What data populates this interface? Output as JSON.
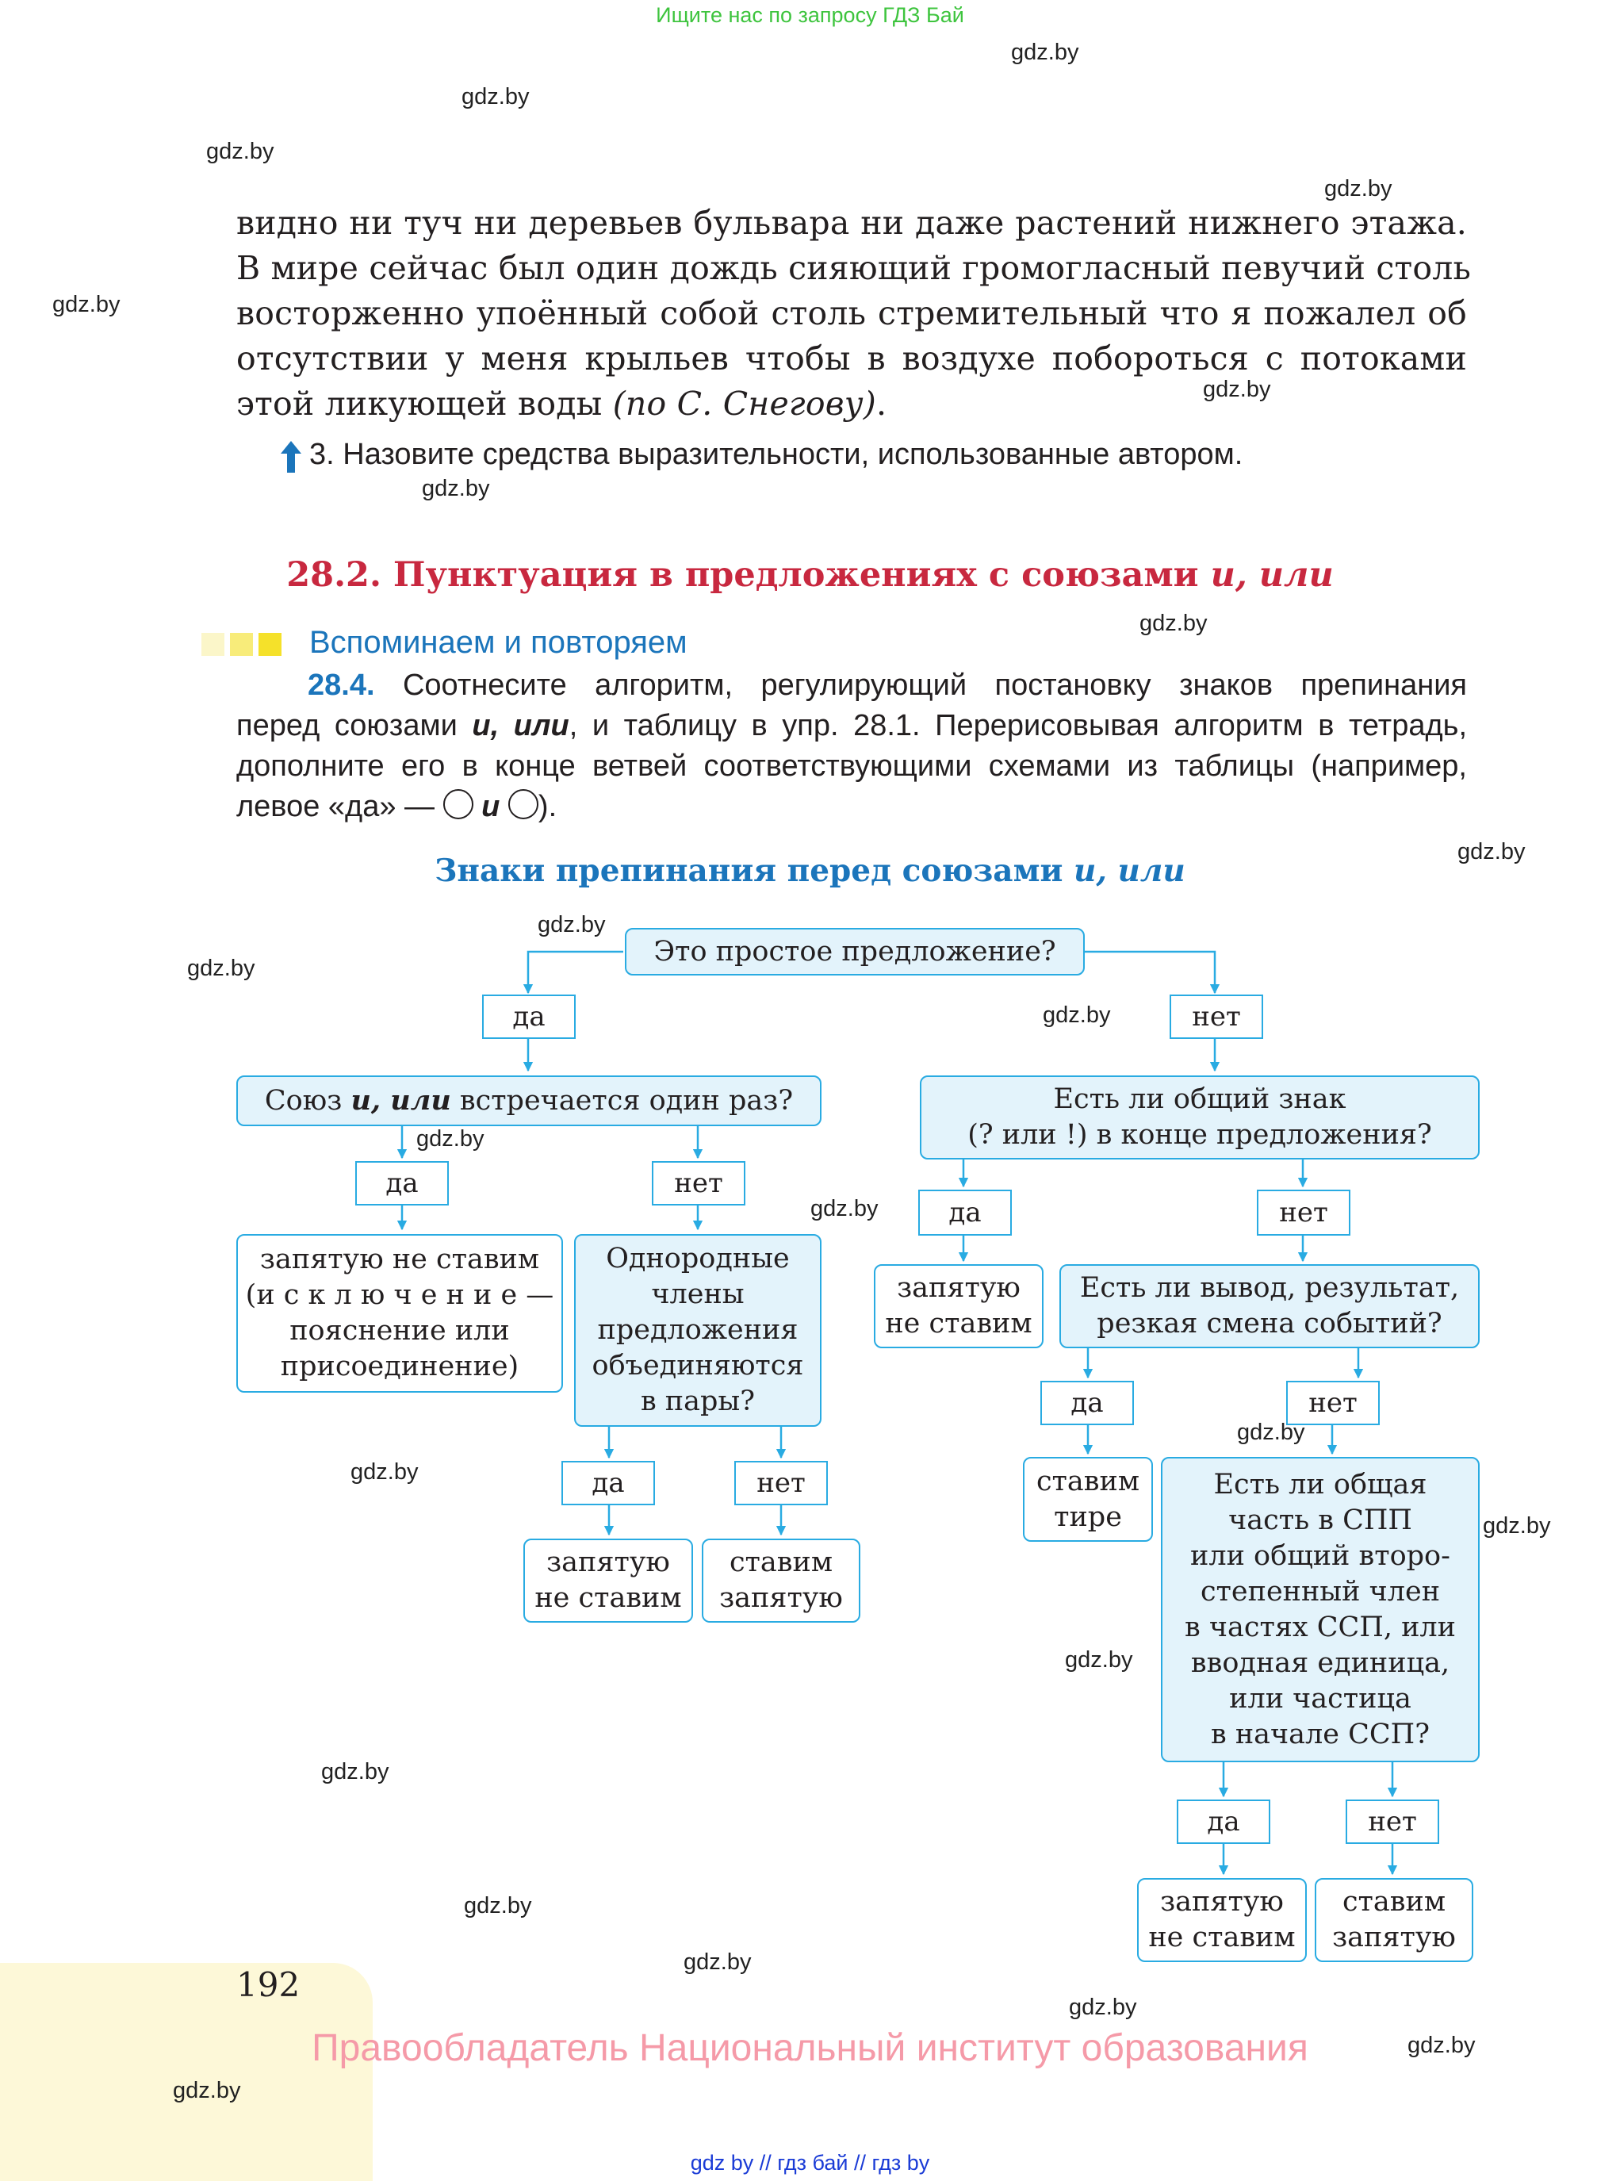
{
  "top_note": "Ищите нас по запросу ГДЗ Бай",
  "watermark": "gdz.by",
  "text_lines": [
    "видно ни туч ни деревьев бульвара ни даже растений нижнего этажа.",
    "В мире сейчас был один дождь сияющий громогласный певучий столь",
    "восторженно упоённый собой столь стремительный что я пожалел об",
    "отсутствии у меня крыльев чтобы в воздухе побороться с потоками",
    "этой ликующей воды"
  ],
  "text_source": "(по С. Снегову)",
  "text_end": ".",
  "task3": "3. Назовите средства выразительности, использованные автором.",
  "section_title": "28.2. Пунктуация в предложениях с союзами",
  "section_title_italic": "и, или",
  "recall_heading": "Вспоминаем и повторяем",
  "exercise": {
    "number": "28.4.",
    "l1": "Соотнесите алгоритм, регулирующий постановку знаков препинания",
    "l2a": "перед союзами ",
    "l2b": "и, или",
    "l2c": ", и таблицу в упр. 28.1. Перерисовывая алгоритм в тетрадь,",
    "l3": "дополните его в конце ветвей соответствующими схемами из таблицы (например,",
    "l4a": "левое «да» — ",
    "l4b": " и ",
    "l4c": ")."
  },
  "diagram": {
    "title": "Знаки препинания перед союзами",
    "title_italic": "и, или",
    "root": "Это простое предложение?",
    "yes": "да",
    "no": "нет",
    "q_once_a": "Союз ",
    "q_once_b": "и, или",
    "q_once_c": " встречается один раз?",
    "no_comma_exc_1": "запятую не ставим",
    "no_comma_exc_2": "(и с к л ю ч е н и е —",
    "no_comma_exc_3": "пояснение или",
    "no_comma_exc_4": "присоединение)",
    "pairs_1": "Однородные",
    "pairs_2": "члены",
    "pairs_3": "предложения",
    "pairs_4": "объединяются",
    "pairs_5": "в пары?",
    "no_comma_1": "запятую",
    "no_comma_2": "не ставим",
    "put_comma_1": "ставим",
    "put_comma_2": "запятую",
    "common_sign_1": "Есть ли общий знак",
    "common_sign_2": "(? или !) в конце предложения?",
    "result_1": "Есть ли вывод, результат,",
    "result_2": "резкая смена событий?",
    "dash_1": "ставим",
    "dash_2": "тире",
    "common_part_1": "Есть ли общая",
    "common_part_2": "часть в СПП",
    "common_part_3": "или общий второ-",
    "common_part_4": "степенный член",
    "common_part_5": "в частях ССП, или",
    "common_part_6": "вводная единица,",
    "common_part_7": "или частица",
    "common_part_8": "в начале ССП?"
  },
  "page_number": "192",
  "rights_holder": "Правообладатель Национальный институт образования",
  "bottom_links": "gdz by  //  гдз бай  //  гдз by",
  "colors": {
    "accent_blue": "#1b75bb",
    "box_border": "#29abe2",
    "box_fill": "#e3f3fb",
    "section_red": "#c8283f",
    "rights_pink": "#f59aa8",
    "top_green": "#3ec43e",
    "link_blue": "#1a3bd6"
  }
}
